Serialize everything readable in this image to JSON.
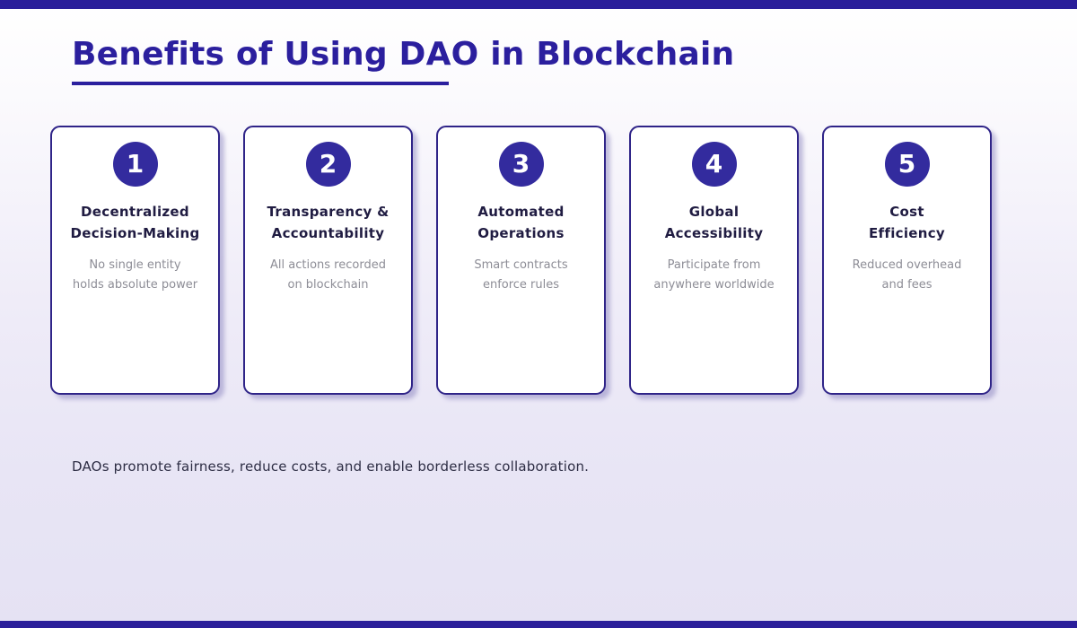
{
  "header": {
    "title": "Benefits of Using DAO in Blockchain"
  },
  "cards": [
    {
      "number": "1",
      "title": "Decentralized Decision-Making",
      "title_lines": [
        "Decentralized",
        "Decision-Making"
      ],
      "desc_lines": [
        "No single entity",
        "holds absolute power"
      ]
    },
    {
      "number": "2",
      "title": "Transparency & Accountability",
      "title_lines": [
        "Transparency &",
        "Accountability"
      ],
      "desc_lines": [
        "All actions recorded",
        "on blockchain"
      ]
    },
    {
      "number": "3",
      "title": "Automated Operations",
      "title_lines": [
        "Automated",
        "Operations"
      ],
      "desc_lines": [
        "Smart contracts",
        "enforce rules"
      ]
    },
    {
      "number": "4",
      "title": "Global Accessibility",
      "title_lines": [
        "Global",
        "Accessibility"
      ],
      "desc_lines": [
        "Participate from",
        "anywhere worldwide"
      ]
    },
    {
      "number": "5",
      "title": "Cost Efficiency",
      "title_lines": [
        "Cost",
        "Efficiency"
      ],
      "desc_lines": [
        "Reduced overhead",
        "and fees"
      ]
    }
  ],
  "footer": {
    "note": "DAOs promote fairness, reduce costs, and enable borderless collaboration."
  },
  "theme": {
    "accent": "#2a1e9a",
    "title_color": "#2b1f9e",
    "circle_color": "#332b9e",
    "card_border": "#2f2488",
    "card_title_color": "#201c42",
    "card_desc_color": "#8d8d96",
    "footer_color": "#2d2d44",
    "background_top": "#ffffff",
    "background_bottom": "#e5e2f3"
  }
}
